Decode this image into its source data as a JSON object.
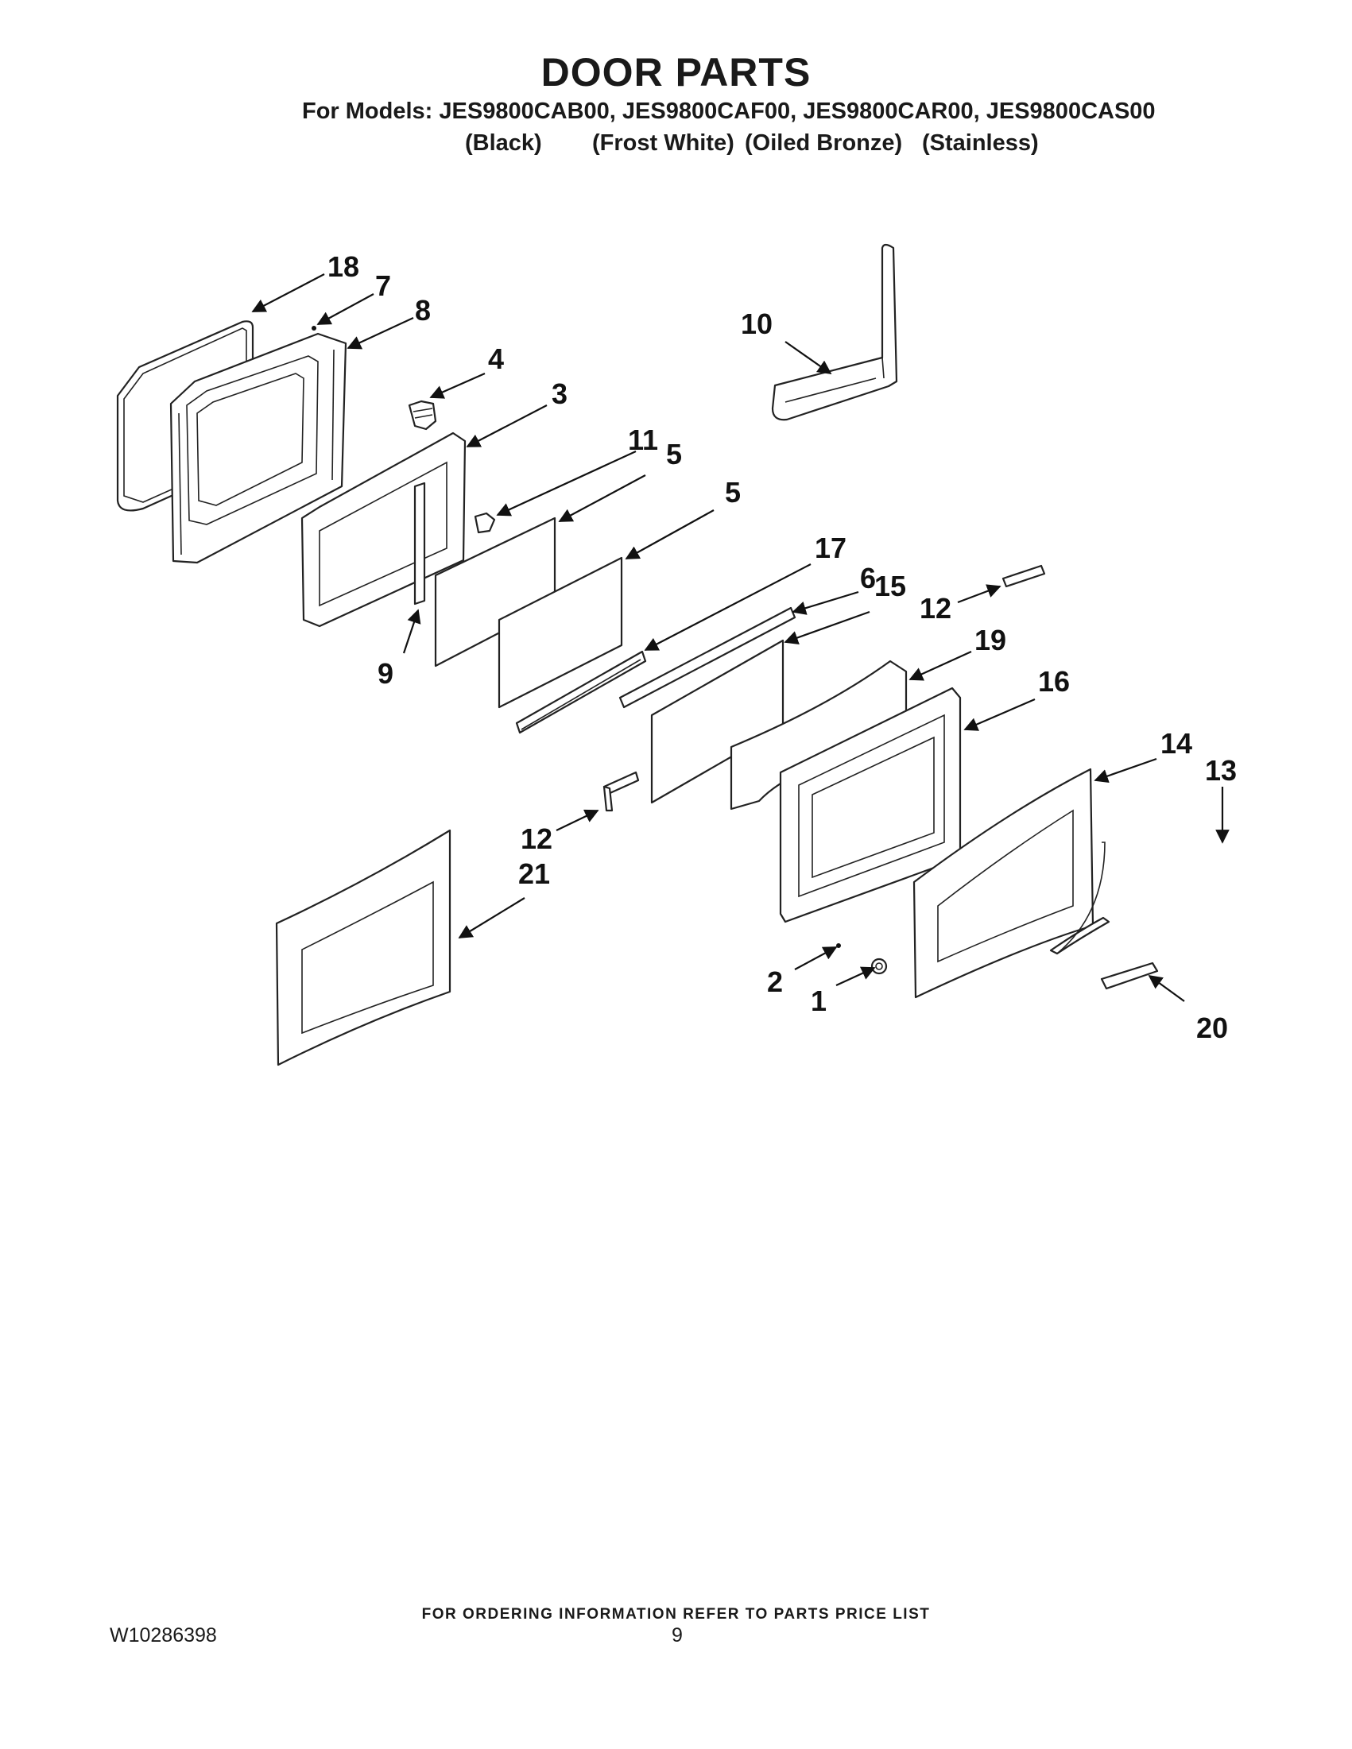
{
  "header": {
    "title": "DOOR PARTS",
    "models_line": "For Models: JES9800CAB00, JES9800CAF00, JES9800CAR00, JES9800CAS00",
    "finishes": [
      "(Black)",
      "(Frost White)",
      "(Oiled Bronze)",
      "(Stainless)"
    ]
  },
  "callouts": {
    "c18": "18",
    "c7": "7",
    "c8": "8",
    "c4": "4",
    "c3": "3",
    "c11": "11",
    "c5a": "5",
    "c5b": "5",
    "c9": "9",
    "c10": "10",
    "c17": "17",
    "c6": "6",
    "c15": "15",
    "c12a": "12",
    "c19": "19",
    "c16": "16",
    "c14": "14",
    "c13": "13",
    "c12b": "12",
    "c21": "21",
    "c2": "2",
    "c1": "1",
    "c20": "20"
  },
  "footer": {
    "note": "FOR ORDERING INFORMATION REFER TO PARTS PRICE LIST",
    "doc_number": "W10286398",
    "page_number": "9"
  }
}
